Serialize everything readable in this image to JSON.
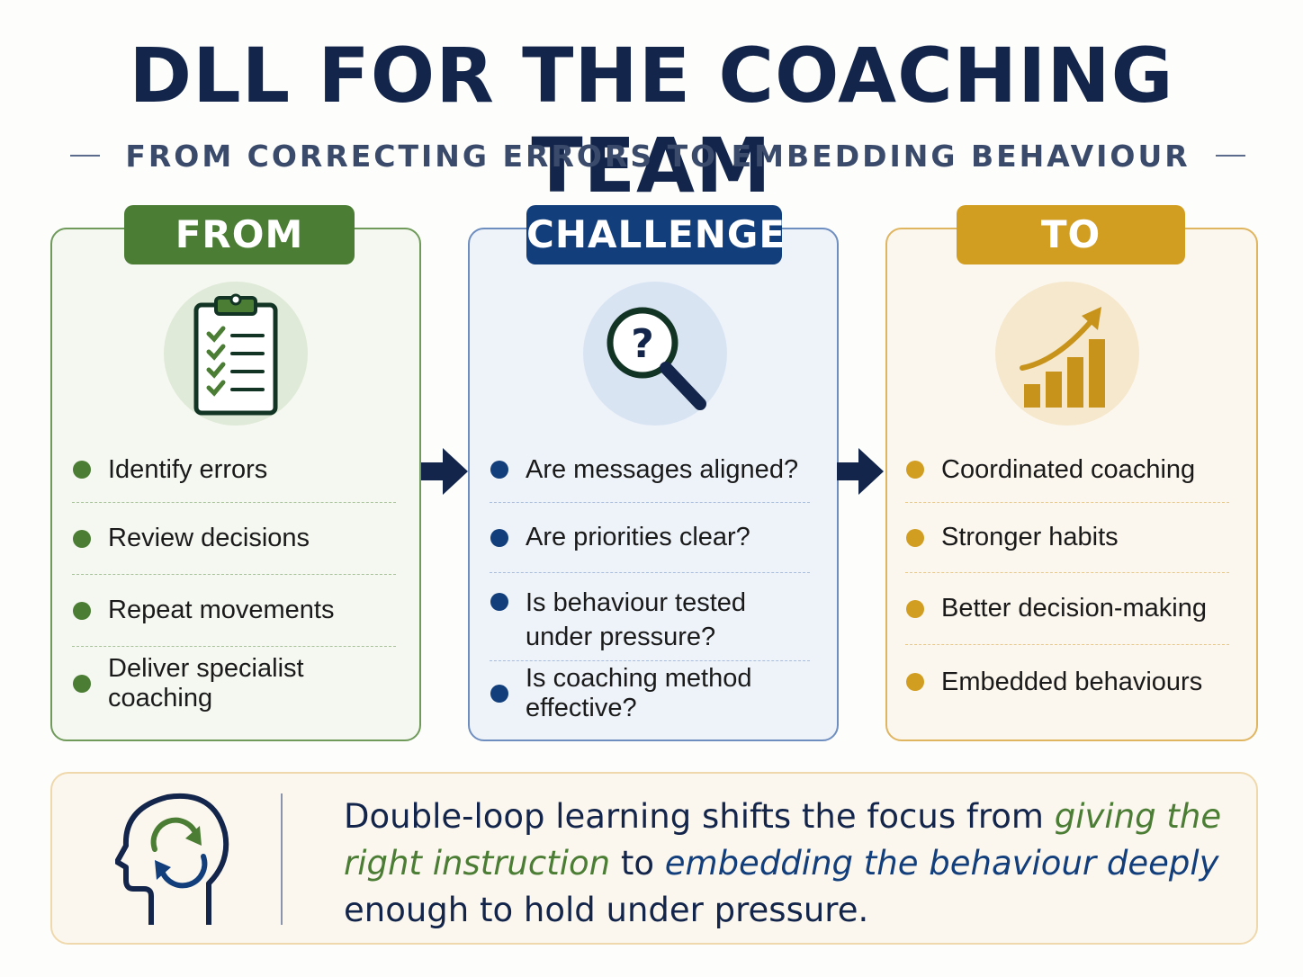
{
  "title": "DLL FOR THE COACHING TEAM",
  "subtitle": "FROM CORRECTING ERRORS TO EMBEDDING BEHAVIOUR",
  "colors": {
    "navy": "#13254a",
    "green": "#4b7d35",
    "blue": "#123f7c",
    "gold": "#d19e22"
  },
  "columns": {
    "from": {
      "label": "FROM",
      "icon": "clipboard-checklist-icon",
      "items": [
        "Identify errors",
        "Review decisions",
        "Repeat movements",
        "Deliver specialist coaching"
      ]
    },
    "challenge": {
      "label": "CHALLENGE",
      "icon": "magnifier-question-icon",
      "items": [
        "Are messages aligned?",
        "Are priorities clear?",
        "Is behaviour tested under pressure?",
        "Is coaching method effective?"
      ]
    },
    "to": {
      "label": "TO",
      "icon": "growth-chart-icon",
      "items": [
        "Coordinated coaching",
        "Stronger habits",
        "Better decision-making",
        "Embedded behaviours"
      ]
    }
  },
  "bottom": {
    "icon": "head-cycle-icon",
    "text_1": "Double-loop learning shifts the focus from ",
    "highlight_green": "giving the right instruction",
    "text_2": " to ",
    "highlight_blue": "embedding the behaviour deeply",
    "text_3": " enough to hold under pressure."
  }
}
